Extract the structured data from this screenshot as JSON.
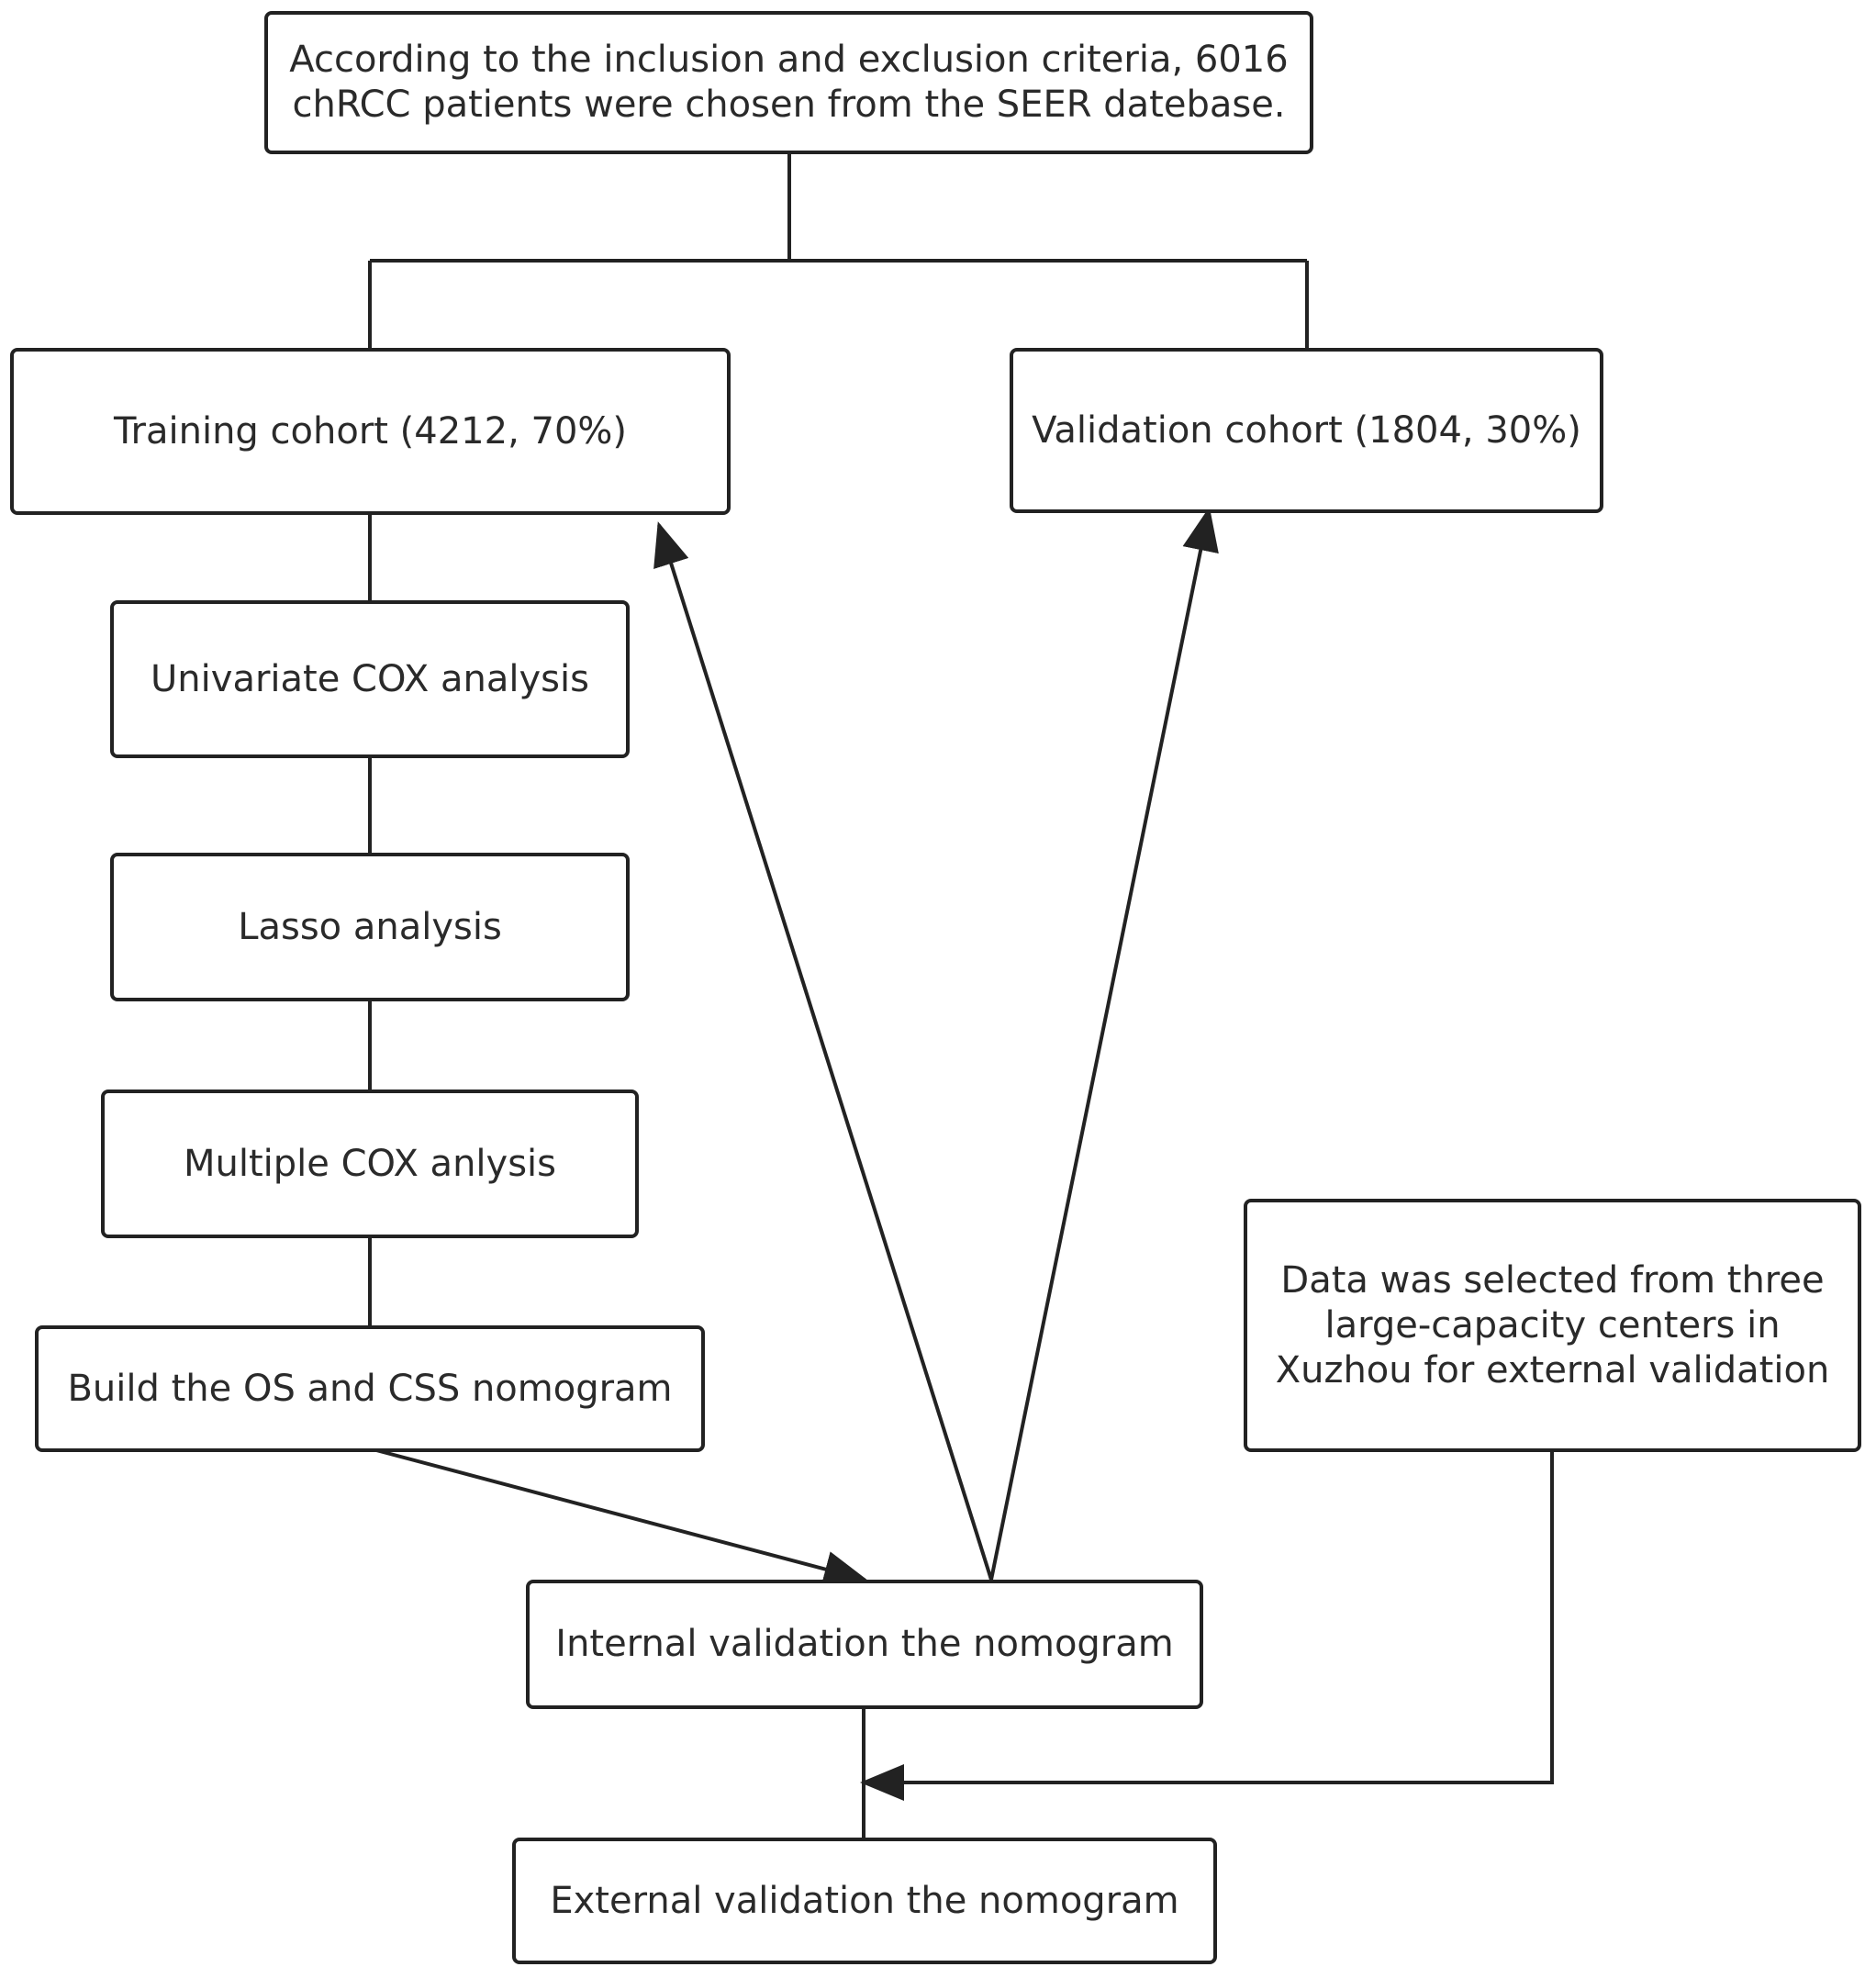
{
  "nodes": {
    "selection": "According to the inclusion and exclusion criteria, 6016\nchRCC patients were chosen from the SEER datebase.",
    "training": "Training cohort (4212, 70%)",
    "validation": "Validation cohort (1804, 30%)",
    "univariate": "Univariate COX analysis",
    "lasso": "Lasso analysis",
    "multiple": "Multiple COX anlysis",
    "build": "Build the OS and CSS nomogram",
    "external_data": "Data was selected from three\nlarge-capacity centers in\nXuzhou for external validation",
    "internal": "Internal validation the nomogram",
    "external": "External validation the nomogram"
  },
  "colors": {
    "line": "#222222",
    "box_border": "#222222",
    "text": "#2a2a2a",
    "background": "#ffffff"
  },
  "edges": [
    {
      "from": "selection",
      "to": "training",
      "arrow": false
    },
    {
      "from": "selection",
      "to": "validation",
      "arrow": false
    },
    {
      "from": "training",
      "to": "univariate",
      "arrow": false
    },
    {
      "from": "univariate",
      "to": "lasso",
      "arrow": false
    },
    {
      "from": "lasso",
      "to": "multiple",
      "arrow": false
    },
    {
      "from": "multiple",
      "to": "build",
      "arrow": false
    },
    {
      "from": "build",
      "to": "internal",
      "arrow": true
    },
    {
      "from": "internal",
      "to": "training",
      "arrow": true
    },
    {
      "from": "internal",
      "to": "validation",
      "arrow": true
    },
    {
      "from": "internal",
      "to": "external",
      "arrow": false
    },
    {
      "from": "external_data",
      "to": "internal_external_link",
      "arrow": true
    }
  ]
}
